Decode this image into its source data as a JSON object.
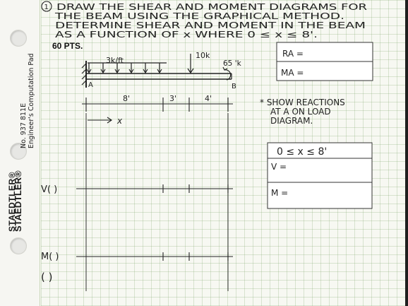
{
  "pad": {
    "brand": "STAEDTLER®",
    "model": "No. 937 811E",
    "product": "Engineer's Computation Pad"
  },
  "problem": {
    "number": "1",
    "lines": [
      "DRAW THE SHEAR AND MOMENT DIAGRAMS FOR",
      "THE BEAM USING THE GRAPHICAL METHOD.",
      "DETERMINE SHEAR AND MOMENT IN THE BEAM",
      "AS A FUNCTION OF x WHERE 0 ≤ x ≤ 8'."
    ],
    "points": "60 PTS."
  },
  "beam": {
    "distributed_load": "3k/ft",
    "point_load": "10k",
    "moment": "65 'k",
    "support_a": "A",
    "end_b": "B",
    "x_label": "x",
    "dim_1": "8'",
    "dim_2": "3'",
    "dim_3": "4'"
  },
  "reactions": {
    "ra_label": "RA =",
    "ma_label": "MA =",
    "note_lines": [
      "* SHOW REACTIONS",
      "AT A ON LOAD",
      "DIAGRAM."
    ]
  },
  "answers": {
    "range": "0 ≤ x ≤ 8'",
    "v_label": "V =",
    "m_label": "M ="
  },
  "diagrams": {
    "shear_label": "V(  )",
    "moment_label": "M(  )",
    "moment_unit": "(  )"
  }
}
